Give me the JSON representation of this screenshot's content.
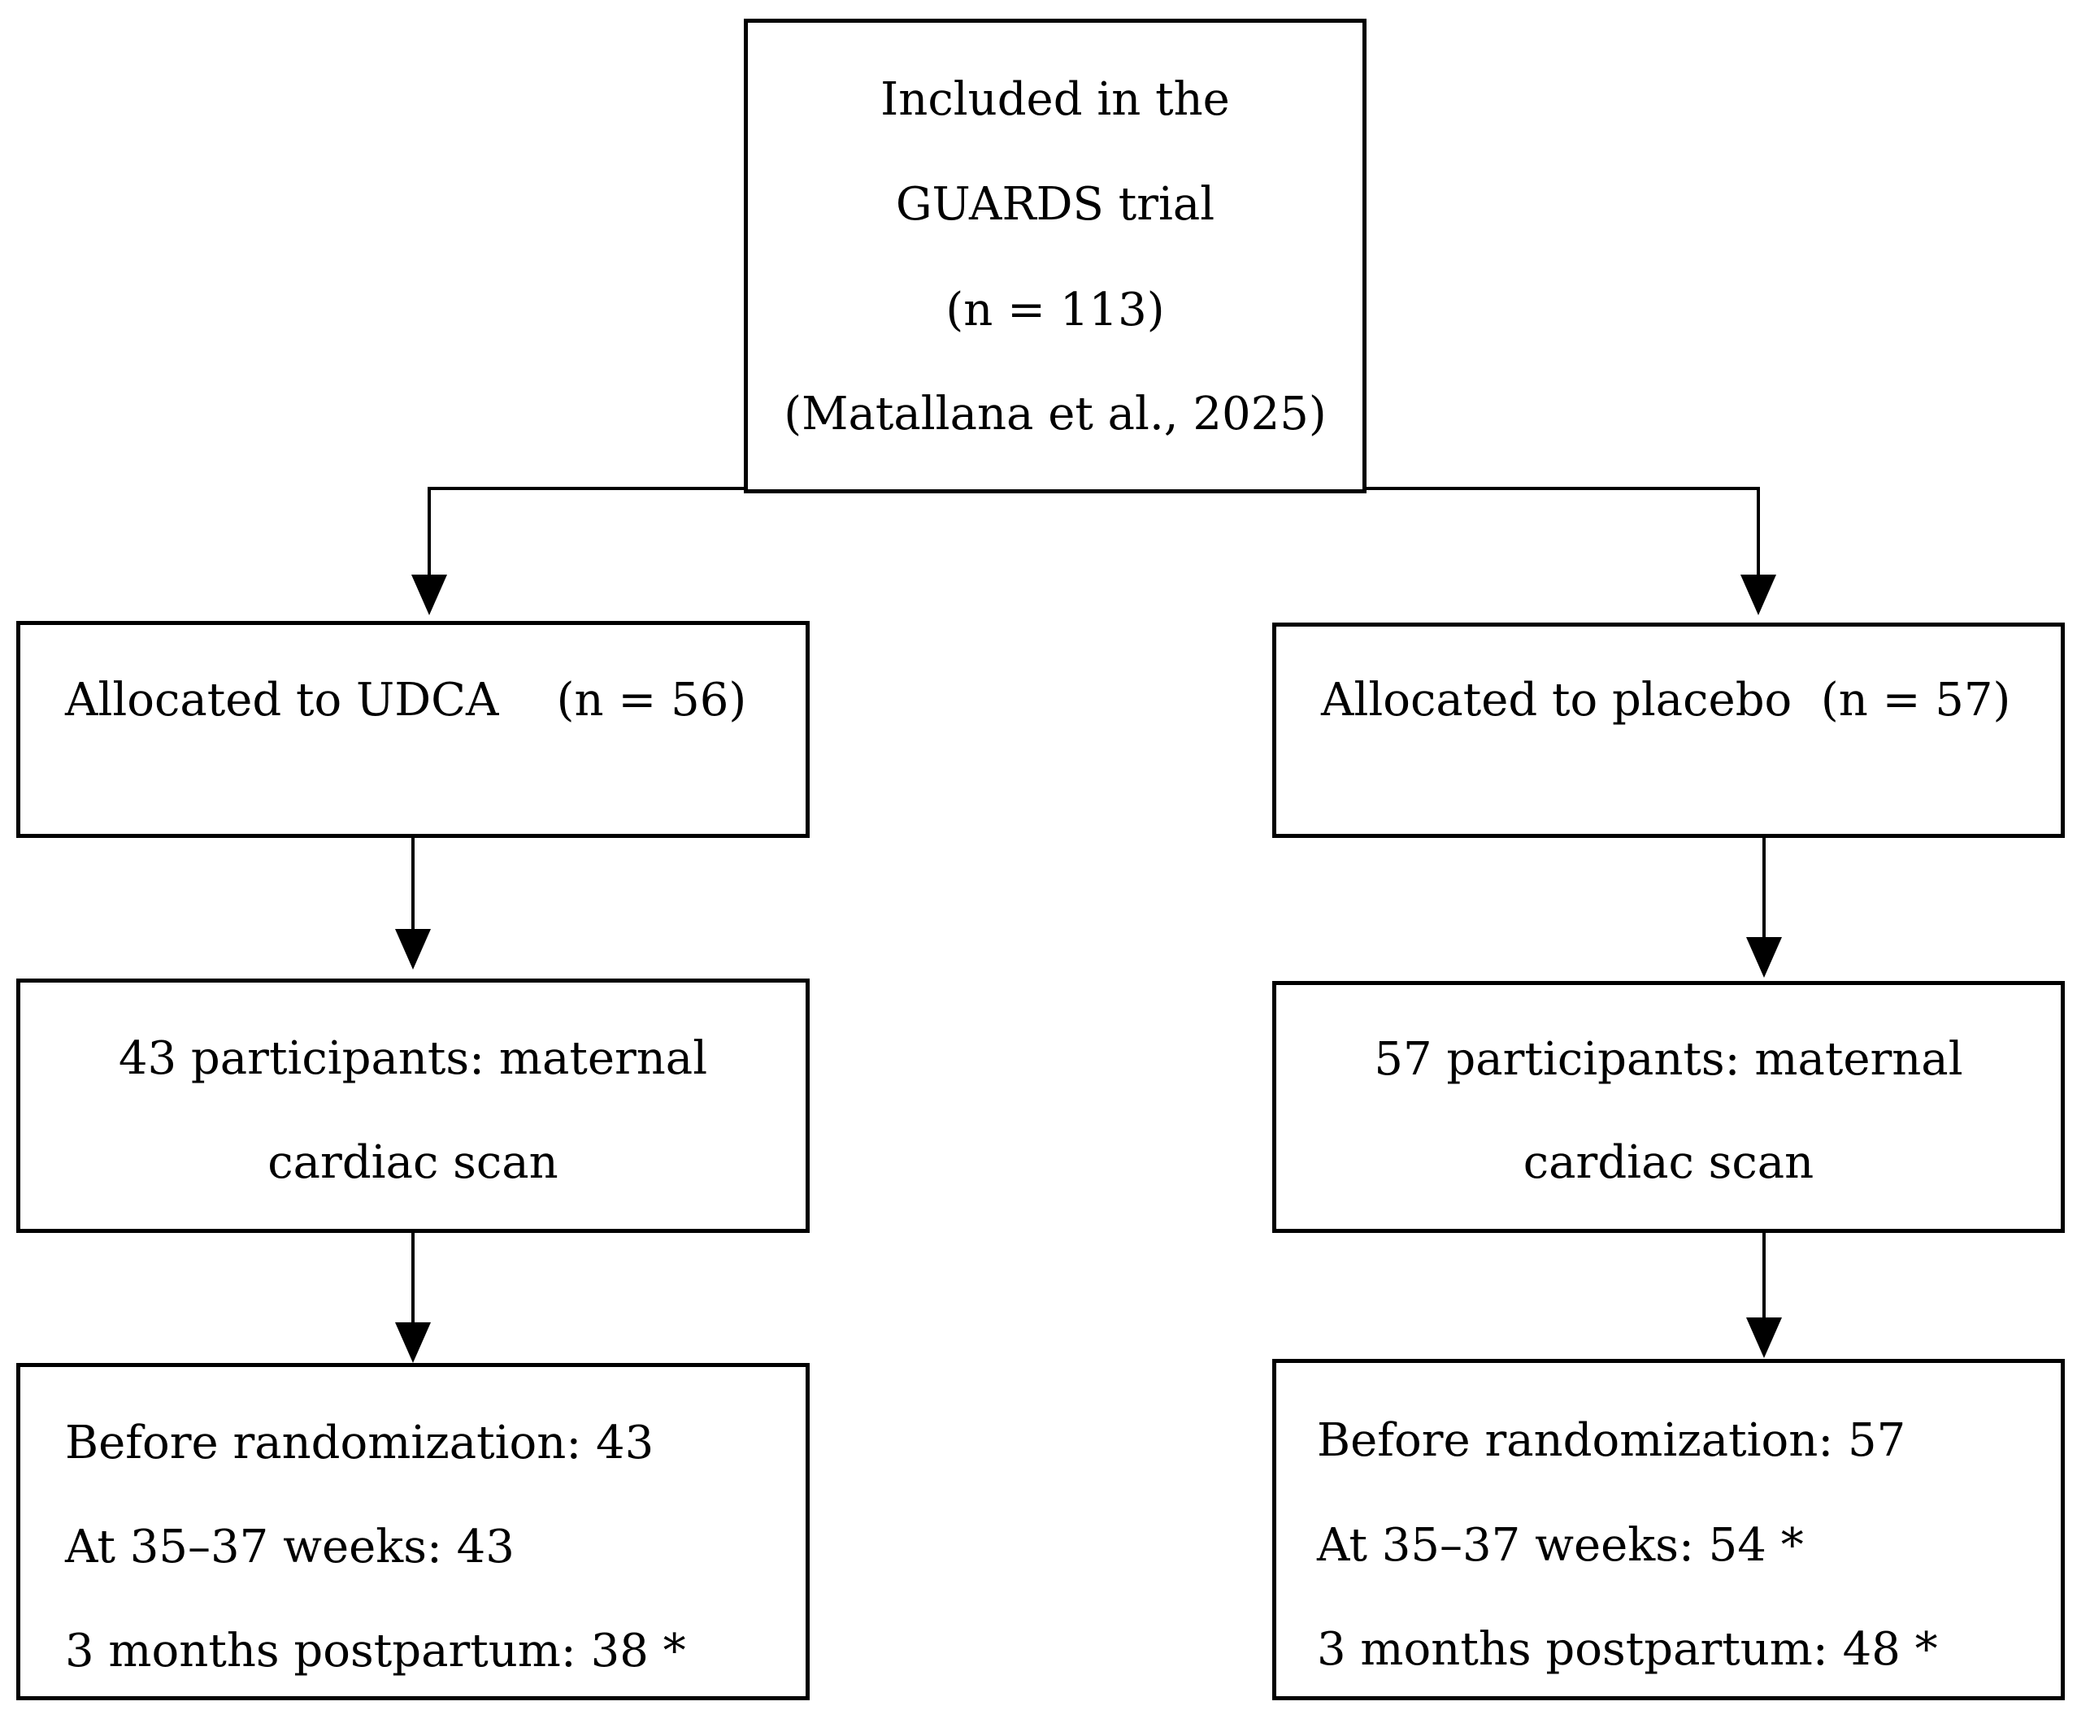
{
  "top": {
    "lines": [
      "Included in the",
      "GUARDS trial",
      "(n = 113)",
      "(Matallana et al., 2025)"
    ]
  },
  "left": {
    "allocation": "Allocated to UDCA    (n = 56)",
    "scan_lines": [
      "43 participants: maternal",
      "cardiac scan"
    ],
    "timepoints": [
      "Before randomization: 43",
      "At 35–37 weeks: 43",
      "3 months postpartum: 38 *"
    ]
  },
  "right": {
    "allocation": "Allocated to placebo  (n = 57)",
    "scan_lines": [
      "57 participants: maternal",
      "cardiac scan"
    ],
    "timepoints": [
      "Before randomization: 57",
      "At 35–37 weeks: 54 *",
      "3 months postpartum: 48 *"
    ]
  }
}
